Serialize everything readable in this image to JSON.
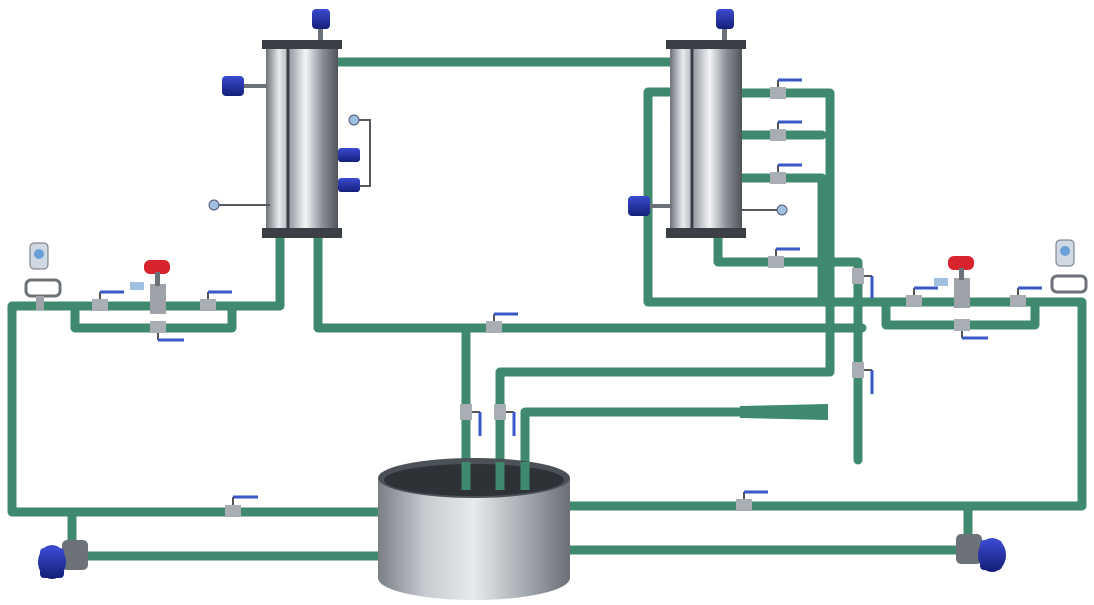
{
  "diagram": {
    "type": "process-piping-schematic",
    "colors": {
      "pipe": "#3f8a6e",
      "pipe_dark": "#2f6f57",
      "steel": "#c9ccd1",
      "steel_dark": "#5c6168",
      "actuator_blue": "#1e2fa6",
      "valve_red": "#d9232d",
      "valve_handle": "#3a56c8",
      "background": "#ffffff"
    },
    "components": {
      "columns": [
        "left-column",
        "right-column"
      ],
      "tank": "collection-tank",
      "pumps": [
        "left-pump",
        "right-pump"
      ],
      "control_valves": [
        "left-control-valve",
        "right-control-valve"
      ],
      "flow_transmitters": [
        "left-flow-transmitter",
        "right-flow-transmitter"
      ]
    },
    "icons": {
      "actuator": "blue-actuator-icon",
      "control_valve": "red-control-valve-icon",
      "ball_valve": "ball-valve-icon",
      "gauge": "gauge-icon",
      "pump": "centrifugal-pump-icon",
      "transmitter": "flow-transmitter-icon"
    }
  }
}
